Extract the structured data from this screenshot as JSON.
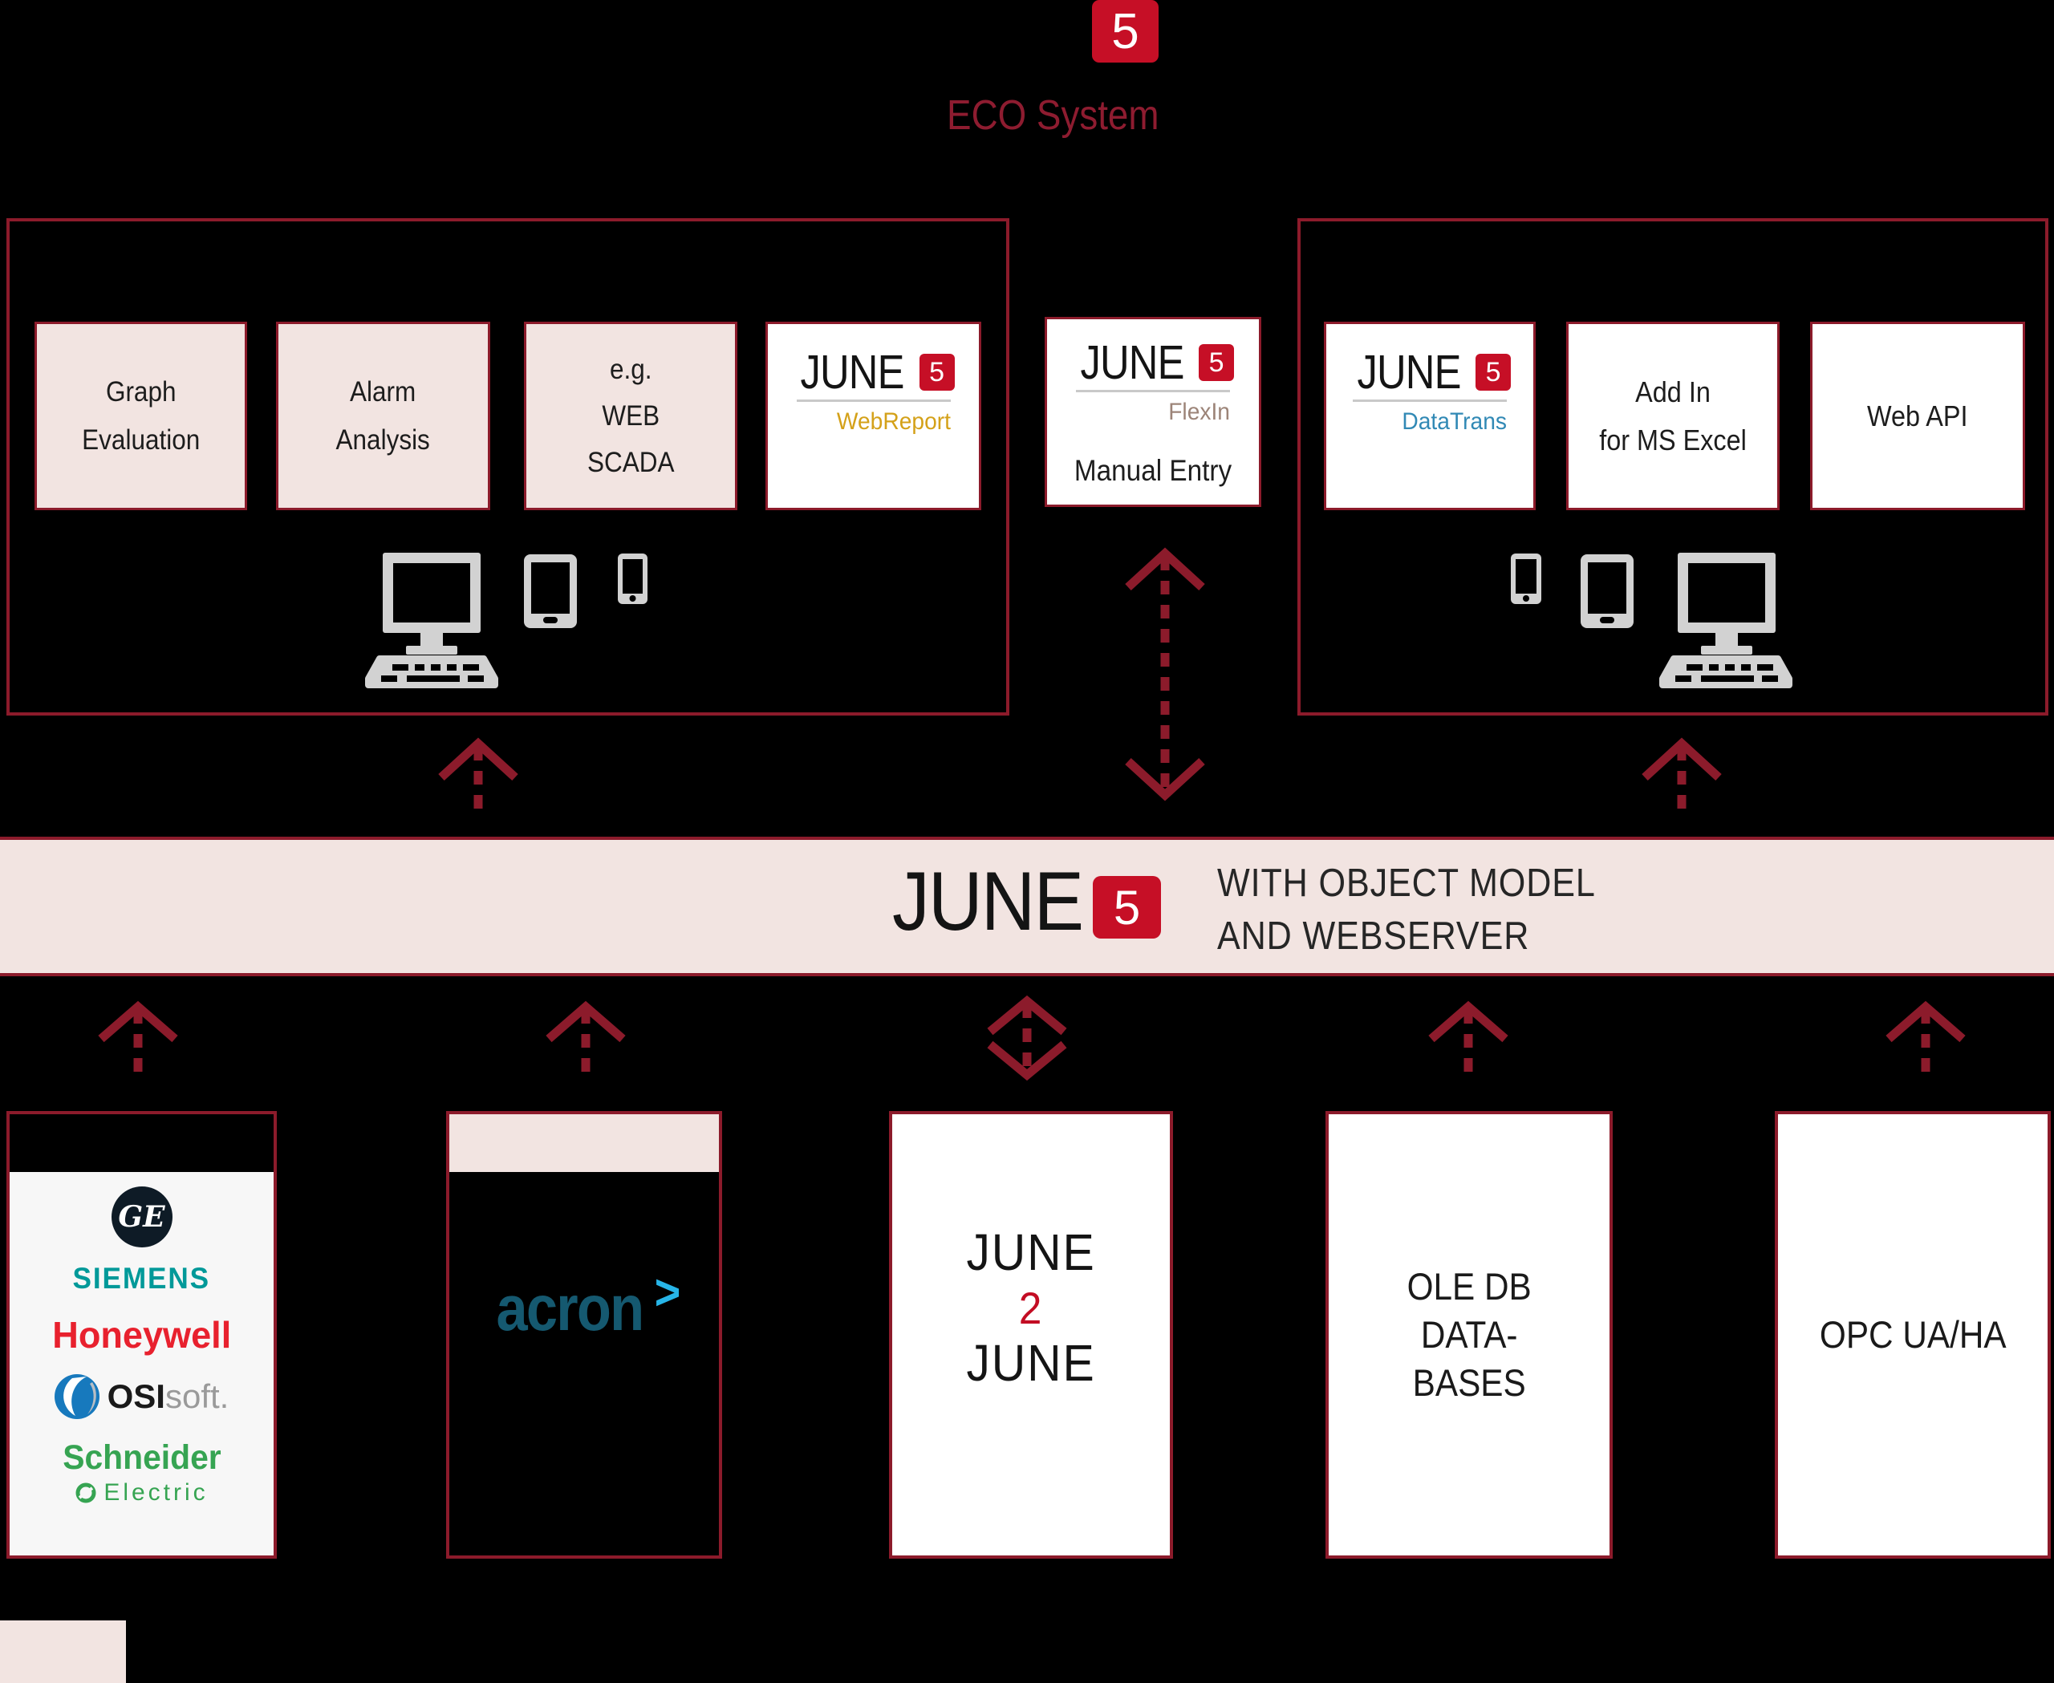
{
  "colors": {
    "background": "#000000",
    "border_dark_red": "#8c1b2b",
    "badge_red": "#c60f26",
    "panel_pink": "#f2e4e1",
    "icon_gray": "#d2d2d2",
    "webreport_gold": "#d4a119",
    "flexin_brown": "#9c8478",
    "datatrans_blue": "#3189b5",
    "siemens_teal": "#009999",
    "honeywell_red": "#e8212e",
    "osisoft_blue": "#1779bd",
    "schneider_green": "#36a452",
    "acron_teal": "#155970",
    "acron_cyan": "#27b5e8"
  },
  "header": {
    "badge": "5",
    "title": "ECO System"
  },
  "left_group": {
    "graph": {
      "line1": "Graph",
      "line2": "Evaluation"
    },
    "alarm": {
      "line1": "Alarm",
      "line2": "Analysis"
    },
    "scada": {
      "line1": "e.g.",
      "line2": "WEB",
      "line3": "SCADA"
    },
    "webreport": {
      "brand": "JUNE",
      "badge": "5",
      "product": "WebReport"
    }
  },
  "manual_entry": {
    "brand": "JUNE",
    "badge": "5",
    "product": "FlexIn",
    "caption": "Manual Entry"
  },
  "right_group": {
    "datatrans": {
      "brand": "JUNE",
      "badge": "5",
      "product": "DataTrans"
    },
    "excel_addin": {
      "line1": "Add In",
      "line2": "for MS Excel"
    },
    "webapi": {
      "label": "Web API"
    }
  },
  "core_band": {
    "brand": "JUNE",
    "badge": "5",
    "caption_line1": "WITH OBJECT MODEL",
    "caption_line2": "AND WEBSERVER"
  },
  "sources": {
    "vendors": {
      "ge_monogram": "GE",
      "siemens": "SIEMENS",
      "honeywell": "Honeywell",
      "osi_bold": "OSI",
      "osi_light": "soft.",
      "schneider": "Schneider",
      "schneider_sub": "Electric"
    },
    "acron": {
      "wordmark": "acron",
      "chevron": ">"
    },
    "june2june": {
      "line1": "JUNE",
      "line2": "2",
      "line3": "JUNE"
    },
    "oledb": {
      "line1": "OLE DB",
      "line2": "DATA-",
      "line3": "BASES"
    },
    "opc": {
      "label": "OPC UA/HA"
    }
  }
}
